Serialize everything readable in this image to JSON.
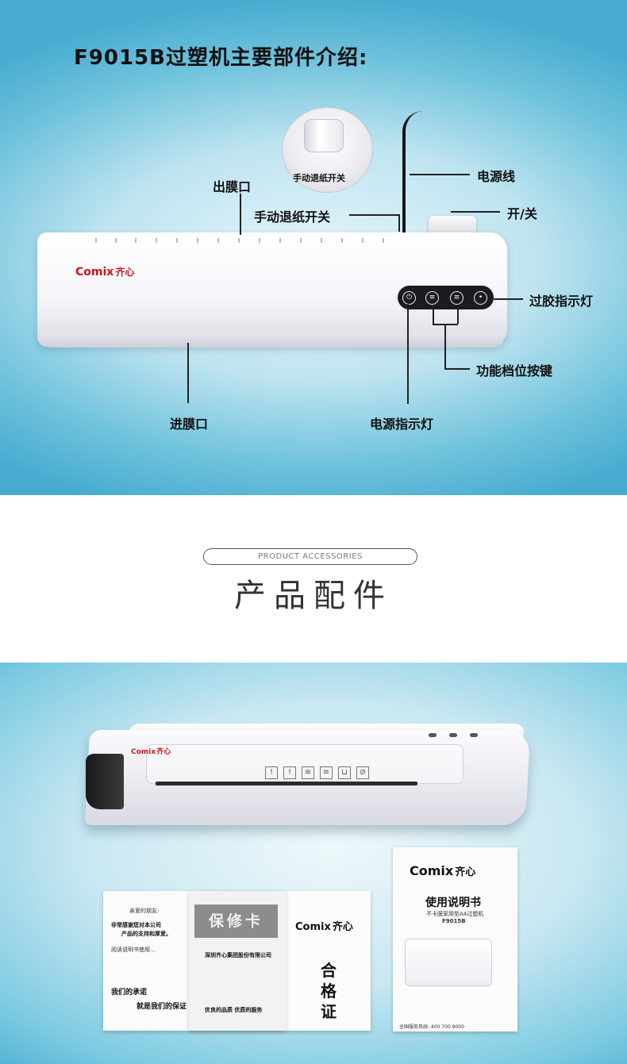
{
  "section1": {
    "title": "F9015B过塑机主要部件介绍:",
    "labels": {
      "outlet": "出膜口",
      "manual_release": "手动退纸开关",
      "inset_label": "手动退纸开关",
      "power_cord": "电源线",
      "on_off": "开/关",
      "laminate_light": "过胶指示灯",
      "function_keys": "功能档位按键",
      "inlet": "进膜口",
      "power_light": "电源指示灯"
    },
    "brand": {
      "logo": "Comix",
      "cn": "齐心"
    }
  },
  "section2": {
    "pill": "PRODUCT ACCESSORIES",
    "title": "产品配件"
  },
  "section3": {
    "brand": {
      "logo": "Comix",
      "cn": "齐心"
    },
    "leaflet": {
      "thanks_line1": "非常感谢您对本公司",
      "thanks_line2": "产品的支持和厚爱。",
      "promise": "我们的承诺",
      "guarantee": "就是我们的保证",
      "card_title": "保修卡",
      "company": "深圳齐心集团股份有限公司",
      "quality": "优良的品质  优质的服务",
      "hege_chars": [
        "合",
        "格",
        "证"
      ]
    },
    "manual": {
      "title": "使用说明书",
      "subtitle": "不卡膜家用型A4过塑机",
      "model": "F9015B",
      "hotline": "全国服务热线: 400 700 9000"
    }
  },
  "colors": {
    "brand_red": "#c8161d",
    "bg_blue": "#48acd0"
  }
}
